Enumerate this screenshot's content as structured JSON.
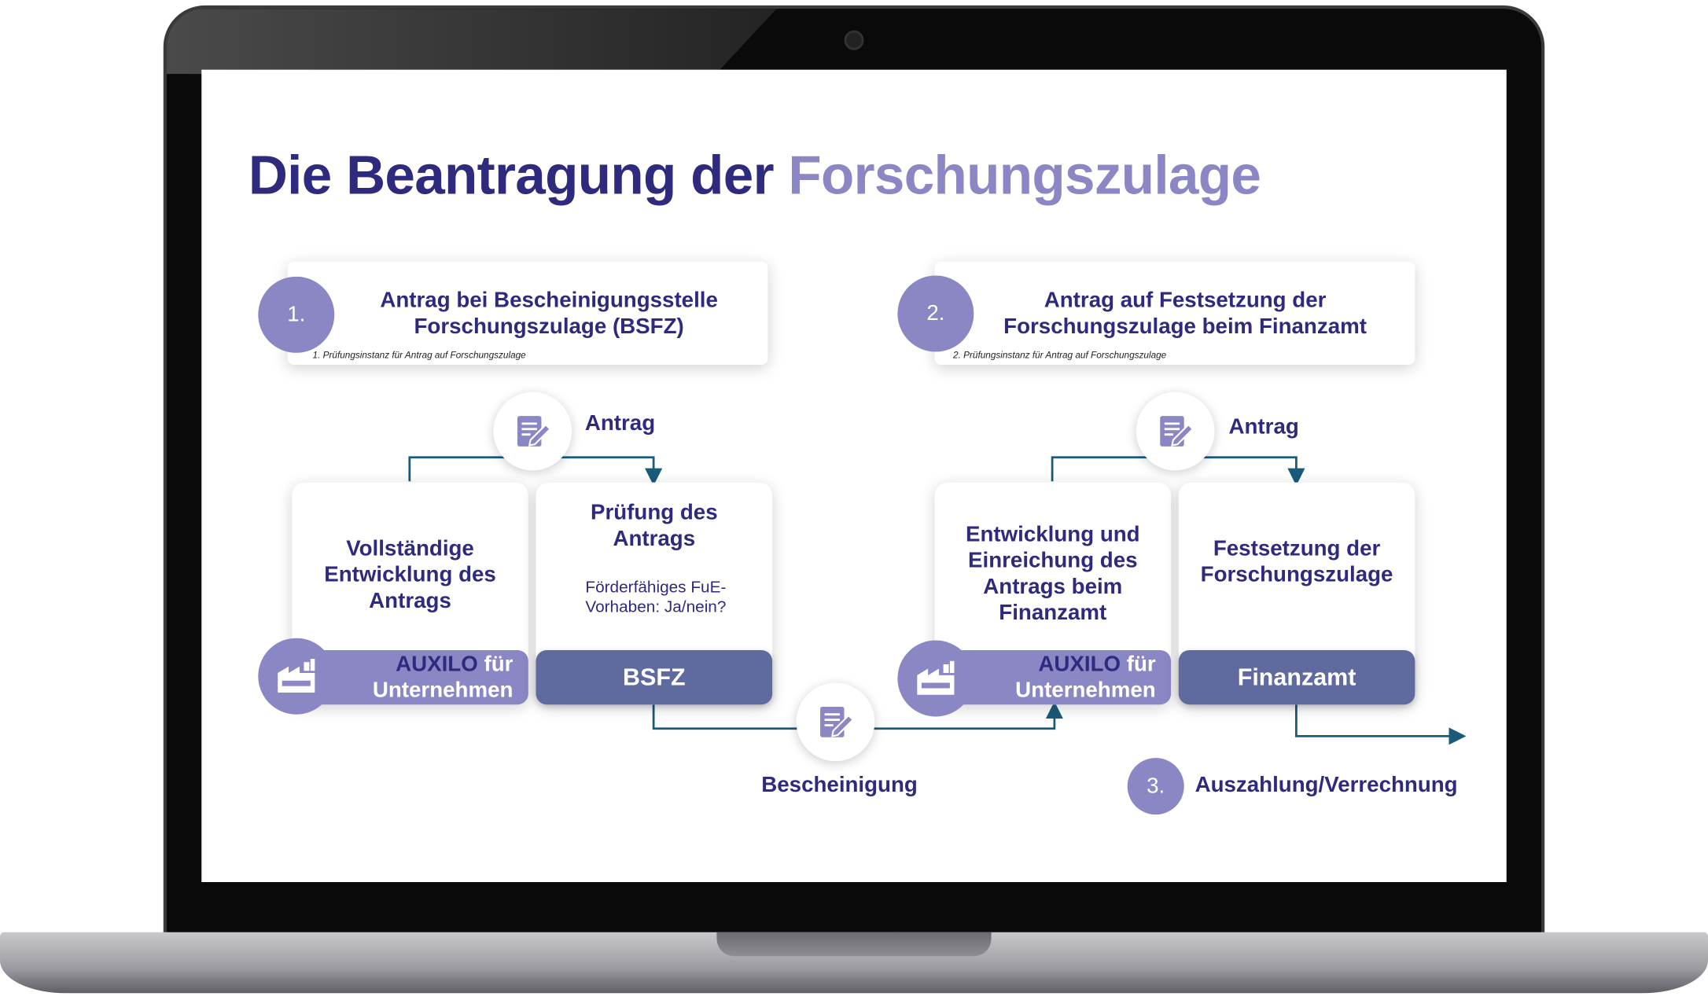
{
  "title": {
    "part1": "Die Beantragung der",
    "part2": "Forschungszulage"
  },
  "steps": [
    {
      "number": "1.",
      "title": "Antrag bei Bescheinigungsstelle Forschungszulage (BSFZ)",
      "note": "1. Prüfungsinstanz für Antrag auf Forschungszulage"
    },
    {
      "number": "2.",
      "title": "Antrag auf Festsetzung der Forschungszulage beim Finanzamt",
      "note": "2. Prüfungsinstanz für Antrag auf Forschungszulage"
    },
    {
      "number": "3.",
      "title": "Auszahlung/Verrechnung"
    }
  ],
  "flow1": {
    "antrag_label": "Antrag",
    "card1": "Vollständige Entwicklung des Antrags",
    "card2_title": "Prüfung des Antrags",
    "card2_sub": "Förderfähiges FuE-Vorhaben: Ja/nein?",
    "bar1_brand": "AUXILO",
    "bar1_rest1": "für",
    "bar1_rest2": "Unternehmen",
    "bar2": "BSFZ"
  },
  "certificate_label": "Bescheinigung",
  "flow2": {
    "antrag_label": "Antrag",
    "card1": "Entwicklung und Einreichung des Antrags beim Finanzamt",
    "card2": "Festsetzung der Forschungszulage",
    "bar1_brand": "AUXILO",
    "bar1_rest1": "für",
    "bar1_rest2": "Unternehmen",
    "bar2": "Finanzamt"
  },
  "colors": {
    "primary": "#2e2a7d",
    "accent": "#8b86c4",
    "bar": "#5f6a9e",
    "line": "#1a5a7a"
  }
}
